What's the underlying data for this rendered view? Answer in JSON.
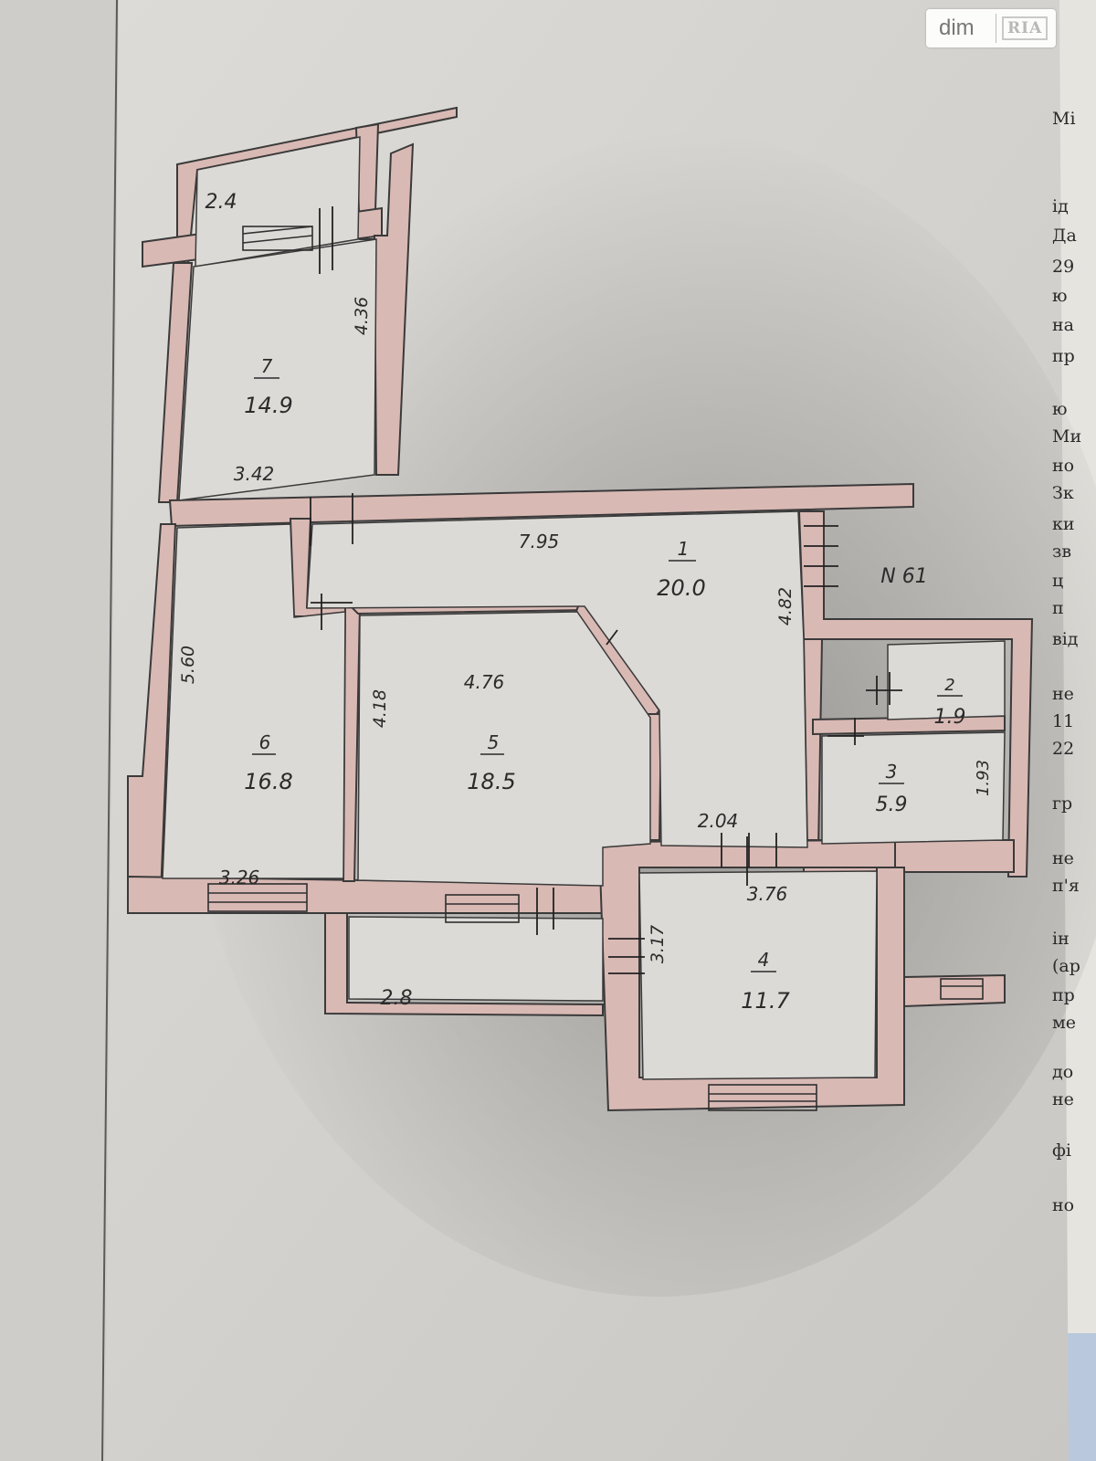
{
  "watermark": {
    "brand": "dim",
    "badge": "RIA"
  },
  "plan": {
    "apartment_label": "N 61",
    "rooms": [
      {
        "id": "room-7",
        "number": "7",
        "area": "14.9"
      },
      {
        "id": "room-1",
        "number": "1",
        "area": "20.0"
      },
      {
        "id": "room-6",
        "number": "6",
        "area": "16.8"
      },
      {
        "id": "room-5",
        "number": "5",
        "area": "18.5"
      },
      {
        "id": "room-2",
        "number": "2",
        "area": "1.9"
      },
      {
        "id": "room-3",
        "number": "3",
        "area": "5.9"
      },
      {
        "id": "room-4",
        "number": "4",
        "area": "11.7"
      }
    ],
    "balconies": [
      {
        "id": "balcony-top",
        "area": "2.4"
      },
      {
        "id": "balcony-bottom",
        "area": "2.8"
      }
    ],
    "dimensions": [
      "4.36",
      "3.42",
      "7.95",
      "4.82",
      "5.60",
      "4.18",
      "4.76",
      "3.26",
      "2.04",
      "1.93",
      "3.76",
      "3.17"
    ]
  },
  "side_text": [
    "Мі",
    "ід",
    "Да",
    "29",
    "ю",
    "на",
    "пр",
    "ю",
    "Ми",
    "но",
    "Зк",
    "ки",
    "зв",
    "ц",
    "п",
    "від",
    "не",
    "11",
    "22",
    "гр",
    "не",
    "п'я",
    "ін",
    "(ар",
    "пр",
    "ме",
    "до",
    "не",
    "фі",
    "но"
  ]
}
